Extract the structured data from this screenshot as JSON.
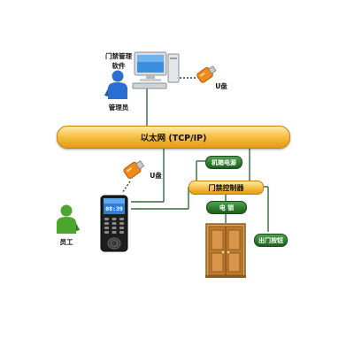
{
  "labels": {
    "software_line1": "门禁管理",
    "software_line2": "软件",
    "admin": "管理员",
    "usb_top": "U盘",
    "ethernet": "以太网 (TCP/IP)",
    "usb_mid": "U盘",
    "chassis_power": "机箱电源",
    "access_controller": "门禁控制器",
    "electric_lock": "电 锁",
    "exit_button": "出门按钮",
    "employee": "员工",
    "terminal_time": "08:39"
  },
  "colors": {
    "line_green": "#2f6d3a",
    "button_green": "#2f7d2f",
    "bus_orange": "#f7c24a",
    "admin_blue": "#2a6fd0",
    "employee_green": "#4aa62d",
    "usb_orange": "#f08a1c"
  },
  "icons": [
    "computer-icon",
    "admin-person-icon",
    "usb-drive-icon",
    "employee-person-icon",
    "fingerprint-terminal-icon",
    "door-icon"
  ]
}
